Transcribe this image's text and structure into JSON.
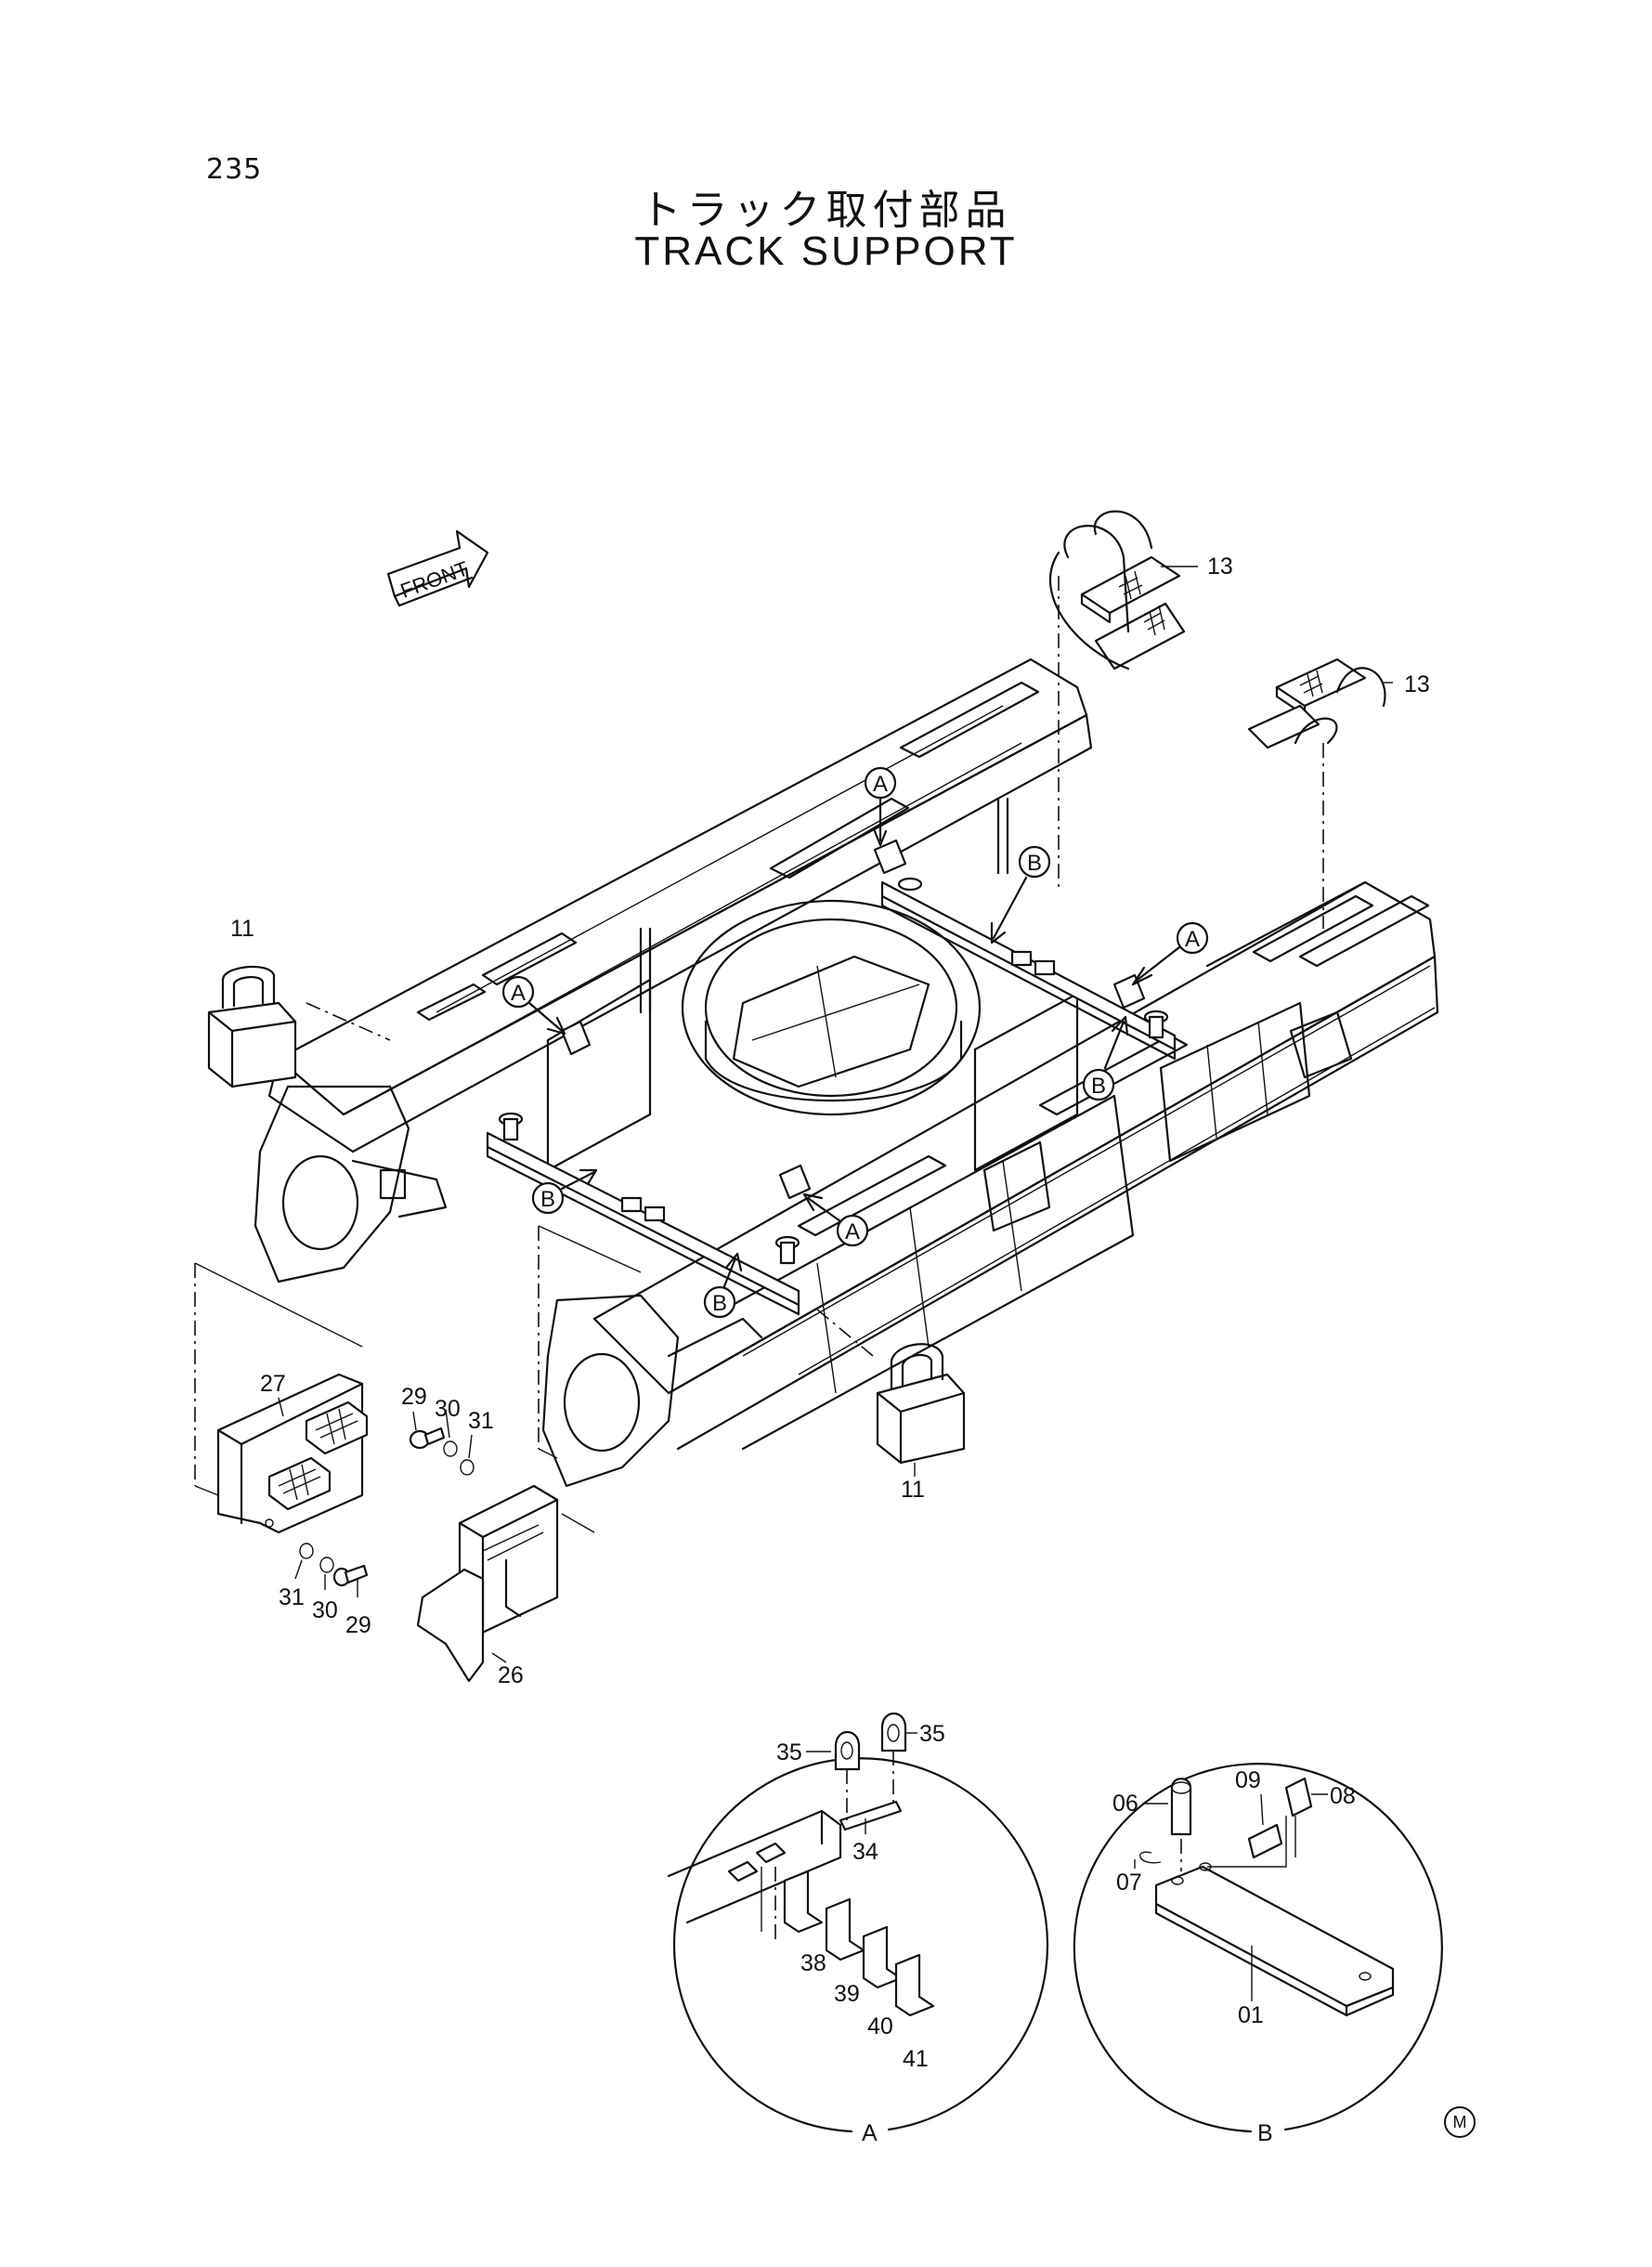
{
  "page_number": "235",
  "title_jp": "トラック取付部品",
  "title_en": "TRACK SUPPORT",
  "front_label": "FRONT",
  "callouts": {
    "a": "A",
    "b": "B"
  },
  "part_labels": {
    "p01": "01",
    "p06": "06",
    "p07": "07",
    "p08": "08",
    "p09": "09",
    "p11": "11",
    "p13": "13",
    "p26": "26",
    "p27": "27",
    "p29": "29",
    "p30": "30",
    "p31": "31",
    "p34": "34",
    "p35": "35",
    "p38": "38",
    "p39": "39",
    "p40": "40",
    "p41": "41"
  },
  "detail_labels": {
    "a": "A",
    "b": "B"
  },
  "mark": "M"
}
